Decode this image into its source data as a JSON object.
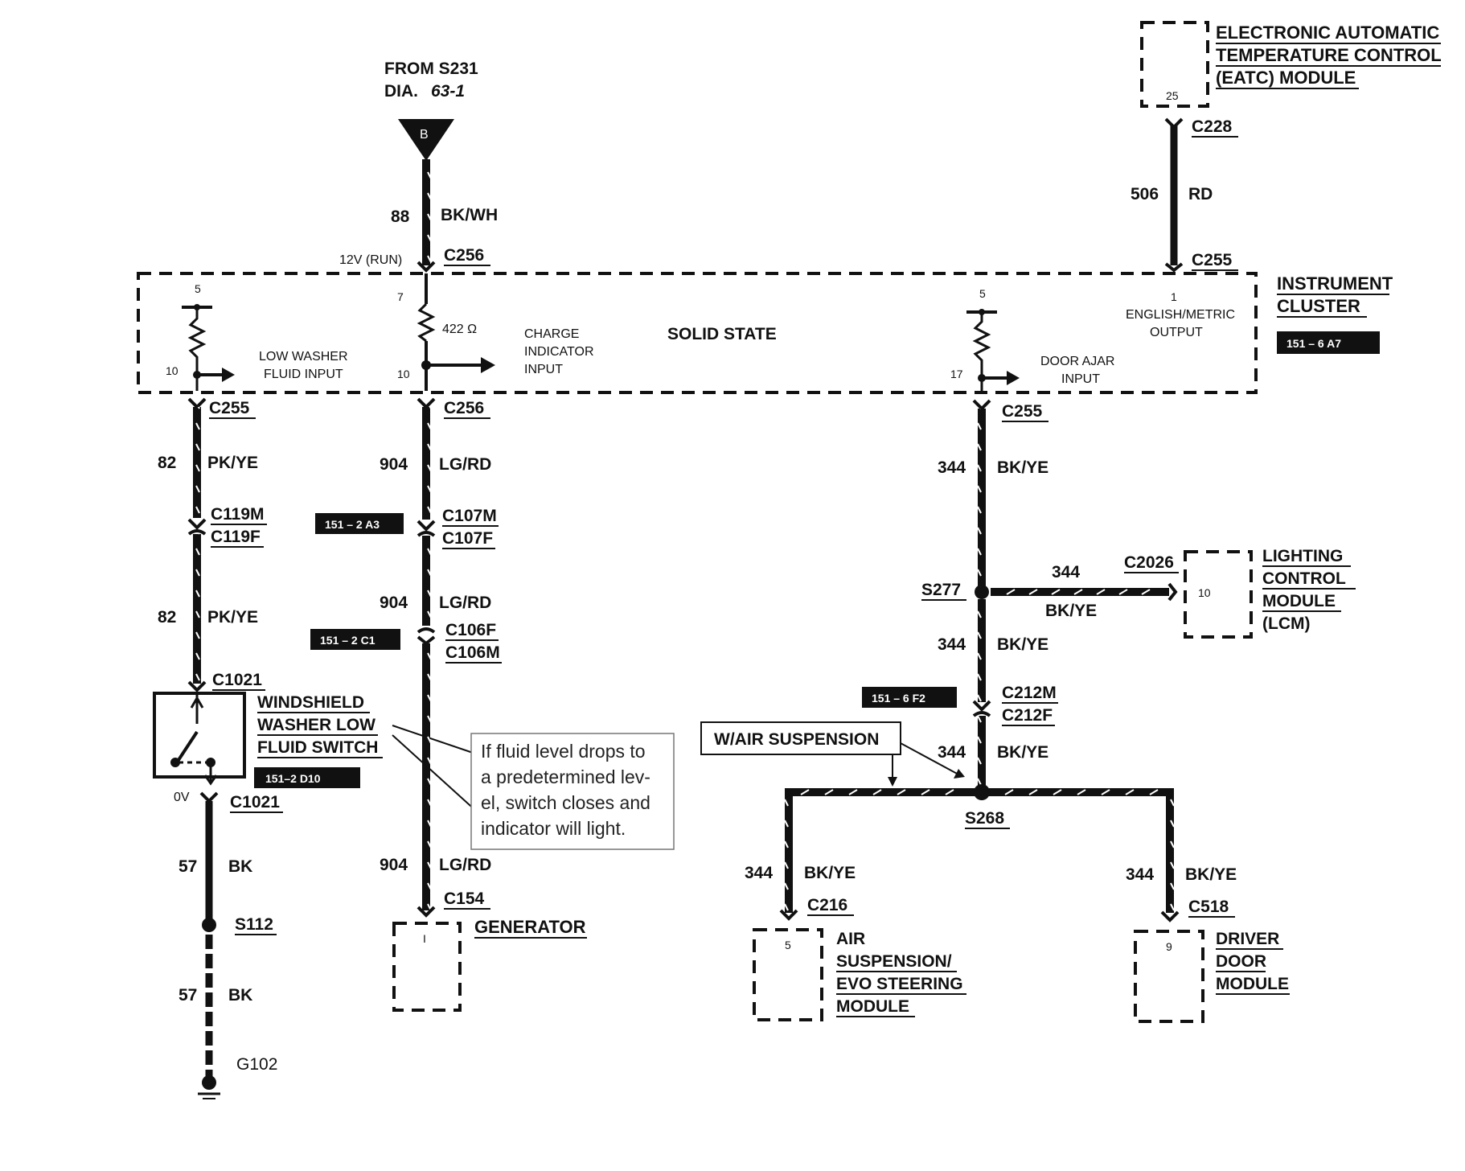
{
  "source": {
    "title": "FROM S231",
    "dia": "DIA.",
    "dia_ref": "63-1",
    "circle_letter": "B"
  },
  "eatc": {
    "lines": [
      "ELECTRONIC AUTOMATIC",
      "TEMPERATURE CONTROL",
      "(EATC) MODULE"
    ],
    "pin": "25",
    "connector": "C228",
    "circuit": "506",
    "color": "RD",
    "cluster_connector": "C255"
  },
  "cluster": {
    "title_lines": [
      "INSTRUMENT",
      "CLUSTER"
    ],
    "ref": "151 – 6 A7",
    "solid_state": "SOLID STATE",
    "voltage_label": "12V (RUN)",
    "top_connector": "C256",
    "resistor_value": "422 Ω",
    "english_metric_pin": "1",
    "english_metric_lines": [
      "ENGLISH/METRIC",
      "OUTPUT"
    ],
    "low_washer": {
      "pin_top": "5",
      "pin_bottom": "10",
      "lines": [
        "LOW WASHER",
        "FLUID INPUT"
      ]
    },
    "charge": {
      "pin_top": "7",
      "pin_bottom": "10",
      "lines": [
        "CHARGE",
        "INDICATOR",
        "INPUT"
      ]
    },
    "door_ajar": {
      "pin_top": "5",
      "pin_bottom": "17",
      "lines": [
        "DOOR AJAR",
        "INPUT"
      ]
    }
  },
  "feed": {
    "circuit": "88",
    "color": "BK/WH"
  },
  "washer_branch": {
    "connector_top": "C255",
    "circuit": "82",
    "color": "PK/YE",
    "inline_m": "C119M",
    "inline_f": "C119F",
    "switch_connector": "C1021",
    "switch_lines": [
      "WINDSHIELD",
      "WASHER LOW",
      "FLUID SWITCH"
    ],
    "switch_ref": "151–2 D10",
    "voltage": "0V",
    "ground_circuit": "57",
    "ground_color": "BK",
    "splice": "S112",
    "ground": "G102"
  },
  "charge_branch": {
    "connector_top": "C256",
    "circuit": "904",
    "color": "LG/RD",
    "inline1_m": "C107M",
    "inline1_f": "C107F",
    "inline1_ref": "151 – 2 A3",
    "inline2_f": "C106F",
    "inline2_m": "C106M",
    "inline2_ref": "151 – 2 C1",
    "gen_connector": "C154",
    "gen_pin": "I",
    "generator": "GENERATOR"
  },
  "note": {
    "lines": [
      "If fluid level drops to",
      "a predetermined lev-",
      "el, switch closes and",
      "indicator will light."
    ]
  },
  "door_branch": {
    "connector_top": "C255",
    "circuit": "344",
    "color": "BK/YE",
    "splice1": "S277",
    "lcm_connector": "C2026",
    "lcm_pin": "10",
    "lcm_lines": [
      "LIGHTING",
      "CONTROL",
      "MODULE",
      "(LCM)"
    ],
    "inline_m": "C212M",
    "inline_f": "C212F",
    "inline_ref": "151 – 6 F2",
    "option": "W/AIR SUSPENSION",
    "splice2": "S268",
    "air_connector": "C216",
    "air_pin": "5",
    "air_lines": [
      "AIR",
      "SUSPENSION/",
      "EVO STEERING",
      "MODULE"
    ],
    "ddm_connector": "C518",
    "ddm_pin": "9",
    "ddm_lines": [
      "DRIVER",
      "DOOR",
      "MODULE"
    ]
  }
}
